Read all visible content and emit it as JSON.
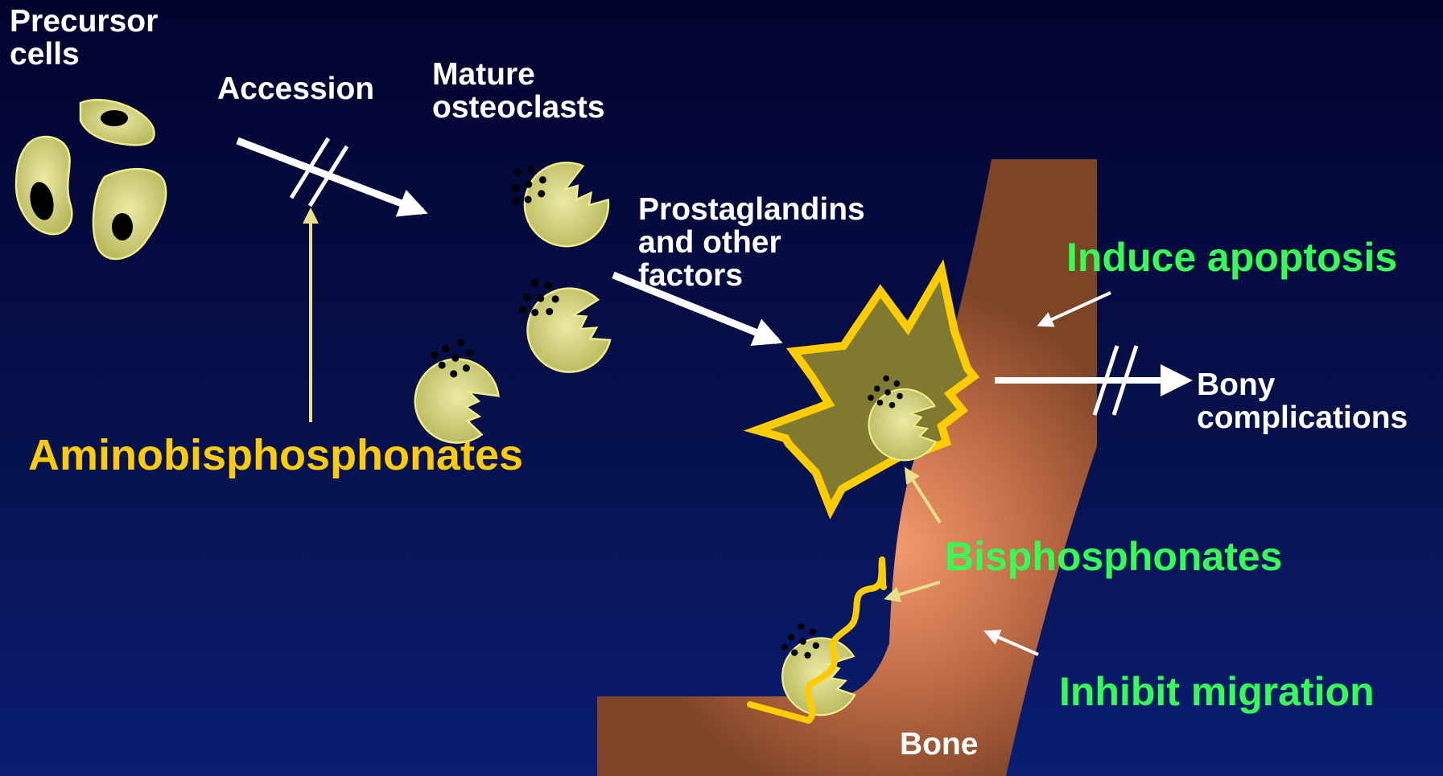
{
  "labels": {
    "precursor_line1": "Precursor",
    "precursor_line2": "cells",
    "accession": "Accession",
    "mature_line1": "Mature",
    "mature_line2": "osteoclasts",
    "prostaglandins_line1": "Prostaglandins",
    "prostaglandins_line2": "and other",
    "prostaglandins_line3": "factors",
    "induce_apoptosis": "Induce apoptosis",
    "bony_line1": "Bony",
    "bony_line2": "complications",
    "aminobisphosphonates": "Aminobisphosphonates",
    "bisphosphonates": "Bisphosphonates",
    "inhibit_migration": "Inhibit migration",
    "bone": "Bone"
  },
  "colors": {
    "background_top": "#02022e",
    "background_bottom": "#0a1d72",
    "cell_fill": "#d4d68a",
    "cell_outline": "#f0ee88",
    "nucleus": "#000000",
    "bone": "#8a4a2c",
    "bone_highlight": "#f0936a",
    "highlight_yellow": "#ffcc00",
    "accent_green": "#33ff55",
    "arrow_white": "#ffffff",
    "arrow_yellow": "#e8e08a",
    "activated_osteoclast": "#7f7a30"
  }
}
